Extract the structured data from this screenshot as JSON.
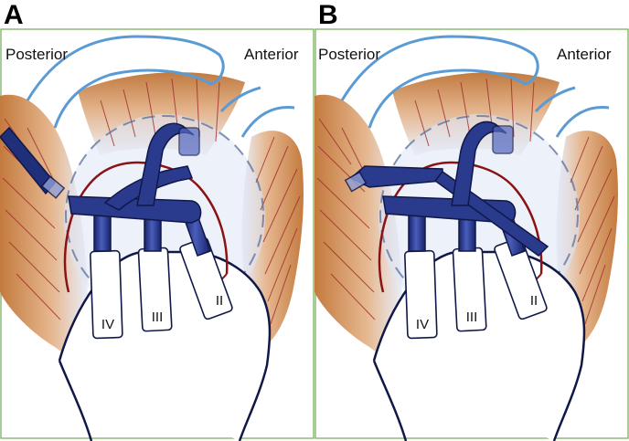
{
  "panels": [
    {
      "letter": "A",
      "left_label": "Posterior",
      "right_label": "Anterior",
      "tubes": [
        "IV",
        "III",
        "II"
      ]
    },
    {
      "letter": "B",
      "left_label": "Posterior",
      "right_label": "Anterior",
      "tubes": [
        "IV",
        "III",
        "II"
      ]
    }
  ],
  "colors": {
    "frame": "#6dab4d",
    "labrum": "#5b9bd5",
    "muscle": "#c8824a",
    "fiber": "#9e2a2a",
    "cannula": "#1f2f7a",
    "cannula_highlight": "#5468c0",
    "outline": "#101848",
    "rim": "#8a1414"
  }
}
